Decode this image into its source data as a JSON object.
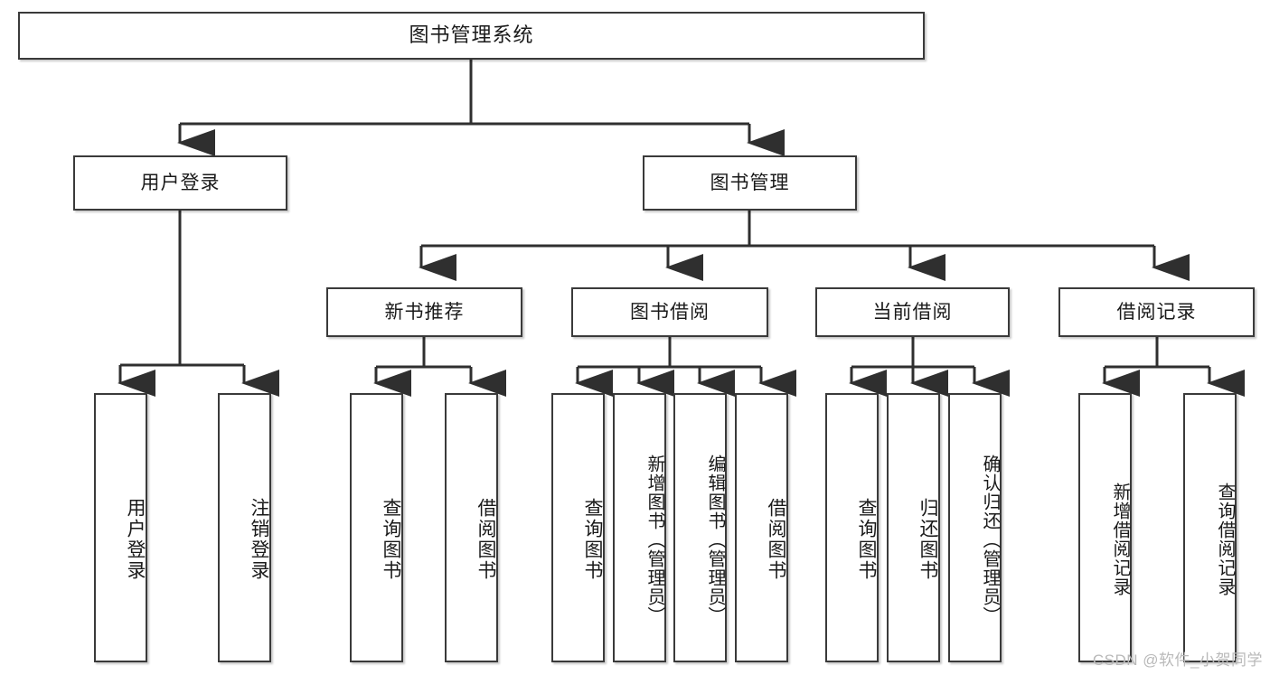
{
  "diagram": {
    "title": "图书管理系统",
    "type": "tree-hierarchy-diagram",
    "style": {
      "box_border_color": "#3a3a3a",
      "box_fill_color": "#ffffff",
      "connector_color": "#2f2f2f",
      "text_color": "#1a1a1a",
      "watermark_color": "#b9b9b9"
    },
    "levels": {
      "level1": [
        {
          "id": "root",
          "label": "图书管理系统"
        }
      ],
      "level2": [
        {
          "id": "user-login",
          "label": "用户登录",
          "parent": "root"
        },
        {
          "id": "book-manage",
          "label": "图书管理",
          "parent": "root"
        }
      ],
      "level3": [
        {
          "id": "new-book-rec",
          "label": "新书推荐",
          "parent": "book-manage"
        },
        {
          "id": "book-borrow",
          "label": "图书借阅",
          "parent": "book-manage"
        },
        {
          "id": "current-borrow",
          "label": "当前借阅",
          "parent": "book-manage"
        },
        {
          "id": "borrow-record",
          "label": "借阅记录",
          "parent": "book-manage"
        }
      ],
      "leaves": [
        {
          "id": "leaf-user-login",
          "label": "用户登录",
          "parent": "user-login"
        },
        {
          "id": "leaf-logout-login",
          "label": "注销登录",
          "parent": "user-login"
        },
        {
          "id": "leaf-query-book-1",
          "label": "查询图书",
          "parent": "new-book-rec"
        },
        {
          "id": "leaf-borrow-book-1",
          "label": "借阅图书",
          "parent": "new-book-rec"
        },
        {
          "id": "leaf-query-book-2",
          "label": "查询图书",
          "parent": "book-borrow"
        },
        {
          "id": "leaf-add-book",
          "label": "新增图书（管理员）",
          "parent": "book-borrow"
        },
        {
          "id": "leaf-edit-book",
          "label": "编辑图书（管理员）",
          "parent": "book-borrow"
        },
        {
          "id": "leaf-borrow-book-2",
          "label": "借阅图书",
          "parent": "book-borrow"
        },
        {
          "id": "leaf-query-book-3",
          "label": "查询图书",
          "parent": "current-borrow"
        },
        {
          "id": "leaf-return-book",
          "label": "归还图书",
          "parent": "current-borrow"
        },
        {
          "id": "leaf-confirm-return",
          "label": "确认归还（管理员）",
          "parent": "current-borrow"
        },
        {
          "id": "leaf-add-record",
          "label": "新增借阅记录",
          "parent": "borrow-record"
        },
        {
          "id": "leaf-query-record",
          "label": "查询借阅记录",
          "parent": "borrow-record"
        }
      ]
    },
    "watermark": "CSDN @软件_小贺同学"
  }
}
